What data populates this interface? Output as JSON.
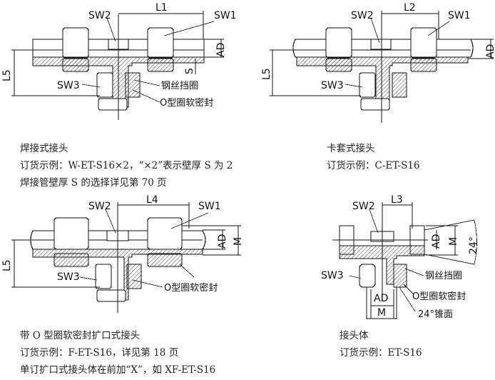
{
  "figures": {
    "welded": {
      "labels": {
        "sw1": "SW1",
        "sw2": "SW2",
        "sw3": "SW3",
        "l": "L1",
        "l5": "L5",
        "ad": "AD",
        "s": "S",
        "ring": "钢丝挡圈",
        "oring": "O型圈软密封"
      },
      "caption": [
        "焊接式接头",
        "订货示例：W-ET-S16×2，“×2”表示壁厚 S 为 2",
        "焊接管壁厚 S 的选择详见第 70 页"
      ]
    },
    "cutting_ring": {
      "labels": {
        "sw1": "SW1",
        "sw2": "SW2",
        "sw3": "SW3",
        "l": "L2",
        "l5": "L5",
        "ad": "AD"
      },
      "caption": [
        "卡套式接头",
        "订货示例：C-ET-S16"
      ]
    },
    "flared": {
      "labels": {
        "sw1": "SW1",
        "sw2": "SW2",
        "sw3": "SW3",
        "l": "L4",
        "l5": "L5",
        "ad": "AD",
        "m": "M",
        "oring": "O型圈软密封"
      },
      "caption": [
        "带 O 型圈软密封扩口式接头",
        "订货示例：F-ET-S16，详见第 18 页",
        "单订扩口式接头体在前加“X”，如 XF-ET-S16"
      ]
    },
    "body": {
      "labels": {
        "sw2": "SW2",
        "sw3": "SW3",
        "l": "L3",
        "ad": "AD",
        "m": "M",
        "angle": "24°",
        "ad_bottom": "AD",
        "m_bottom": "M",
        "ring": "钢丝挡圈",
        "oring": "O型圈软密封",
        "cone": "24°锥面"
      },
      "caption": [
        "接头体",
        "订货示例：ET-S16"
      ]
    }
  },
  "colors": {
    "line": "#111111",
    "hatch": "#555555",
    "text": "#222222"
  }
}
